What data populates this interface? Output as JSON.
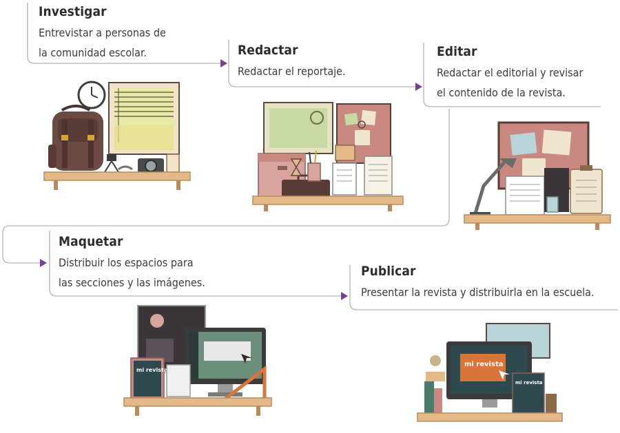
{
  "steps": [
    {
      "id": "investigar",
      "title": "Investigar",
      "lines": [
        "Entrevistar a personas de",
        "la comunidad escolar."
      ]
    },
    {
      "id": "redactar",
      "title": "Redactar",
      "lines": [
        "Redactar el reportaje."
      ]
    },
    {
      "id": "editar",
      "title": "Editar",
      "lines": [
        "Redactar el editorial y revisar",
        "el contenido de la revista."
      ]
    },
    {
      "id": "maquetar",
      "title": "Maquetar",
      "lines": [
        "Distribuir los espacios para",
        "las secciones y las imágenes."
      ]
    },
    {
      "id": "publicar",
      "title": "Publicar",
      "lines": [
        "Presentar la revista y distribuirla en la escuela."
      ]
    }
  ],
  "magazine_text": "mi revista",
  "colors": {
    "connector": "#b4b4b4",
    "arrow": "#7b3f8f",
    "wood": "#e3b98a",
    "wood_dark": "#b98b5c",
    "pink": "#d9a49f",
    "board": "#c98981",
    "green_screen": "#c9d9a3",
    "dark": "#3b3539",
    "teal": "#2f4a4f"
  }
}
